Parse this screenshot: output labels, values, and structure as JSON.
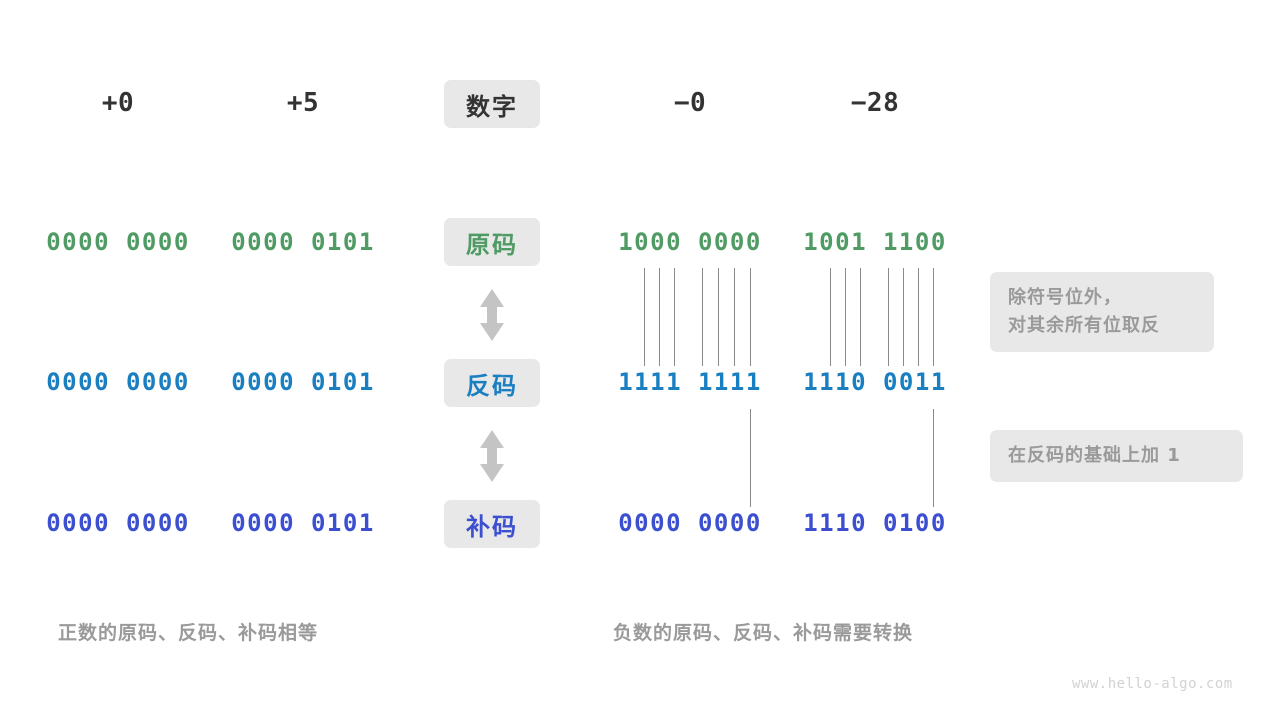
{
  "diagram": {
    "title_watermark": "www.hello-algo.com",
    "colors": {
      "green": "#4f9b63",
      "blue": "#1a7fc1",
      "indigo": "#3b4fd0",
      "chip_bg": "#e8e8e8",
      "note_text": "#9a9a9a",
      "line": "#8a8a8a"
    },
    "column_headers": [
      {
        "name": "plus-zero",
        "label": "+0"
      },
      {
        "name": "plus-five",
        "label": "+5"
      },
      {
        "name": "row-label",
        "label": "数字"
      },
      {
        "name": "minus-zero",
        "label": "−0"
      },
      {
        "name": "minus-28",
        "label": "−28"
      }
    ],
    "row_labels": [
      {
        "name": "sign-magnitude",
        "label": "原码"
      },
      {
        "name": "ones-complement",
        "label": "反码"
      },
      {
        "name": "twos-complement",
        "label": "补码"
      }
    ],
    "rows": {
      "yuan": {
        "label": "原码",
        "plus_zero": "0000 0000",
        "plus_five": "0000 0101",
        "minus_zero": "1000 0000",
        "minus_28": "1001 1100"
      },
      "fan": {
        "label": "反码",
        "plus_zero": "0000 0000",
        "plus_five": "0000 0101",
        "minus_zero": "1111 1111",
        "minus_28": "1110 0011"
      },
      "bu": {
        "label": "补码",
        "plus_zero": "0000 0000",
        "plus_five": "0000 0101",
        "minus_zero": "0000 0000",
        "minus_28": "1110 0100"
      }
    },
    "notes": [
      {
        "name": "invert-note",
        "lines": [
          "除符号位外，",
          "对其余所有位取反"
        ]
      },
      {
        "name": "add-one-note",
        "lines": [
          "在反码的基础上加 1"
        ]
      }
    ],
    "captions": [
      {
        "name": "positive-caption",
        "text": "正数的原码、反码、补码相等"
      },
      {
        "name": "negative-caption",
        "text": "负数的原码、反码、补码需要转换"
      }
    ],
    "arrows": [
      {
        "name": "yuan-to-fan-arrow",
        "glyph": "double-arrow-vertical"
      },
      {
        "name": "fan-to-bu-arrow",
        "glyph": "double-arrow-vertical"
      }
    ]
  }
}
